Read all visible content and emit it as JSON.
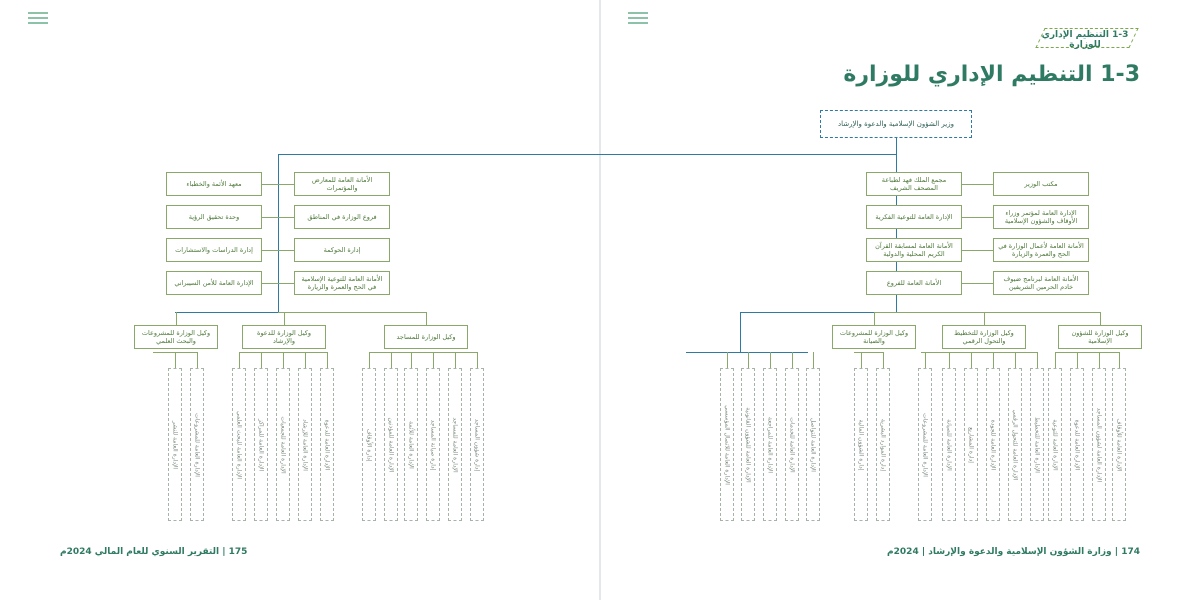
{
  "page": {
    "left_footer": "175 | التقرير السنوي للعام المالي 2024م",
    "right_footer": "174 | وزارة الشؤون الإسلامية والدعوة والإرشاد | 2024م",
    "tag_label": "1-3 التنظيم الإداري للوزارة",
    "title": "1-3 التنظيم الإداري للوزارة"
  },
  "chart": {
    "top_box": "وزير الشؤون الإسلامية والدعوة والإرشاد",
    "right_side": {
      "col_a": [
        "مكتب الوزير",
        "الإدارة العامة لمؤتمر وزراء الأوقاف والشؤون الإسلامية",
        "الأمانة العامة لأعمال الوزارة في الحج والعمرة والزيارة",
        "الأمانة العامة لبرنامج ضيوف خادم الحرمين الشريفين"
      ],
      "col_b": [
        "مجمع الملك فهد لطباعة المصحف الشريف",
        "الإدارة العامة للتوعية الفكرية",
        "الأمانة العامة لمسابقة القرآن الكريم المحلية والدولية",
        "الأمانة العامة للفروع"
      ],
      "deputies": [
        "وكيل الوزارة للشؤون الإسلامية",
        "وكيل الوزارة للتخطيط والتحول الرقمي",
        "وكيل الوزارة للمشروعات والصيانة"
      ]
    },
    "left_side": {
      "col_a": [
        "الأمانة العامة للمعارض والمؤتمرات",
        "فروع الوزارة في المناطق",
        "إدارة الحوكمة",
        "الأمانة العامة للتوعية الإسلامية في الحج والعمرة والزيارة"
      ],
      "col_b": [
        "معهد الأئمة والخطباء",
        "وحدة تحقيق الرؤية",
        "إدارة الدراسات والاستشارات",
        "الإدارة العامة للأمن السيبراني"
      ],
      "deputies": [
        "وكيل الوزارة للمساجد",
        "وكيل الوزارة للدعوة والإرشاد",
        "وكيل الوزارة للمشروعات والبحث العلمي"
      ]
    },
    "right_verticals": [
      "الإدارة العامة للأوقاف",
      "الإدارة العامة لشؤون المساجد",
      "الإدارة العامة للدعوة",
      "الإدارة العامة للتوعية",
      "الإدارة العامة للتخطيط",
      "الإدارة العامة للتحول الرقمي",
      "الإدارة العامة للجودة",
      "إدارة المشاريع",
      "الإدارة العامة للصيانة",
      "الإدارة العامة للمشروعات",
      "إدارة الموارد البشرية",
      "إدارة الشؤون المالية",
      "الإدارة العامة للتواصل",
      "الإدارة العامة للخدمات",
      "الإدارة العامة للمراجعة",
      "الإدارة العامة للشؤون القانونية",
      "الإدارة العامة للاتصال المؤسسي"
    ],
    "left_verticals": [
      "إدارة شؤون المساجد",
      "الإدارة العامة للمساجد",
      "إدارة صيانة المساجد",
      "الإدارة العامة للأئمة",
      "الإدارة العامة للمؤذنين",
      "إدارة الأوقاف",
      "الإدارة العامة للدعوة",
      "الإدارة العامة للإرشاد",
      "الإدارة العامة للجمعيات",
      "الإدارة العامة للمراكز",
      "الإدارة العامة للبحث العلمي",
      "الإدارة العامة للمشروعات",
      "الإدارة العامة للنشر"
    ]
  }
}
